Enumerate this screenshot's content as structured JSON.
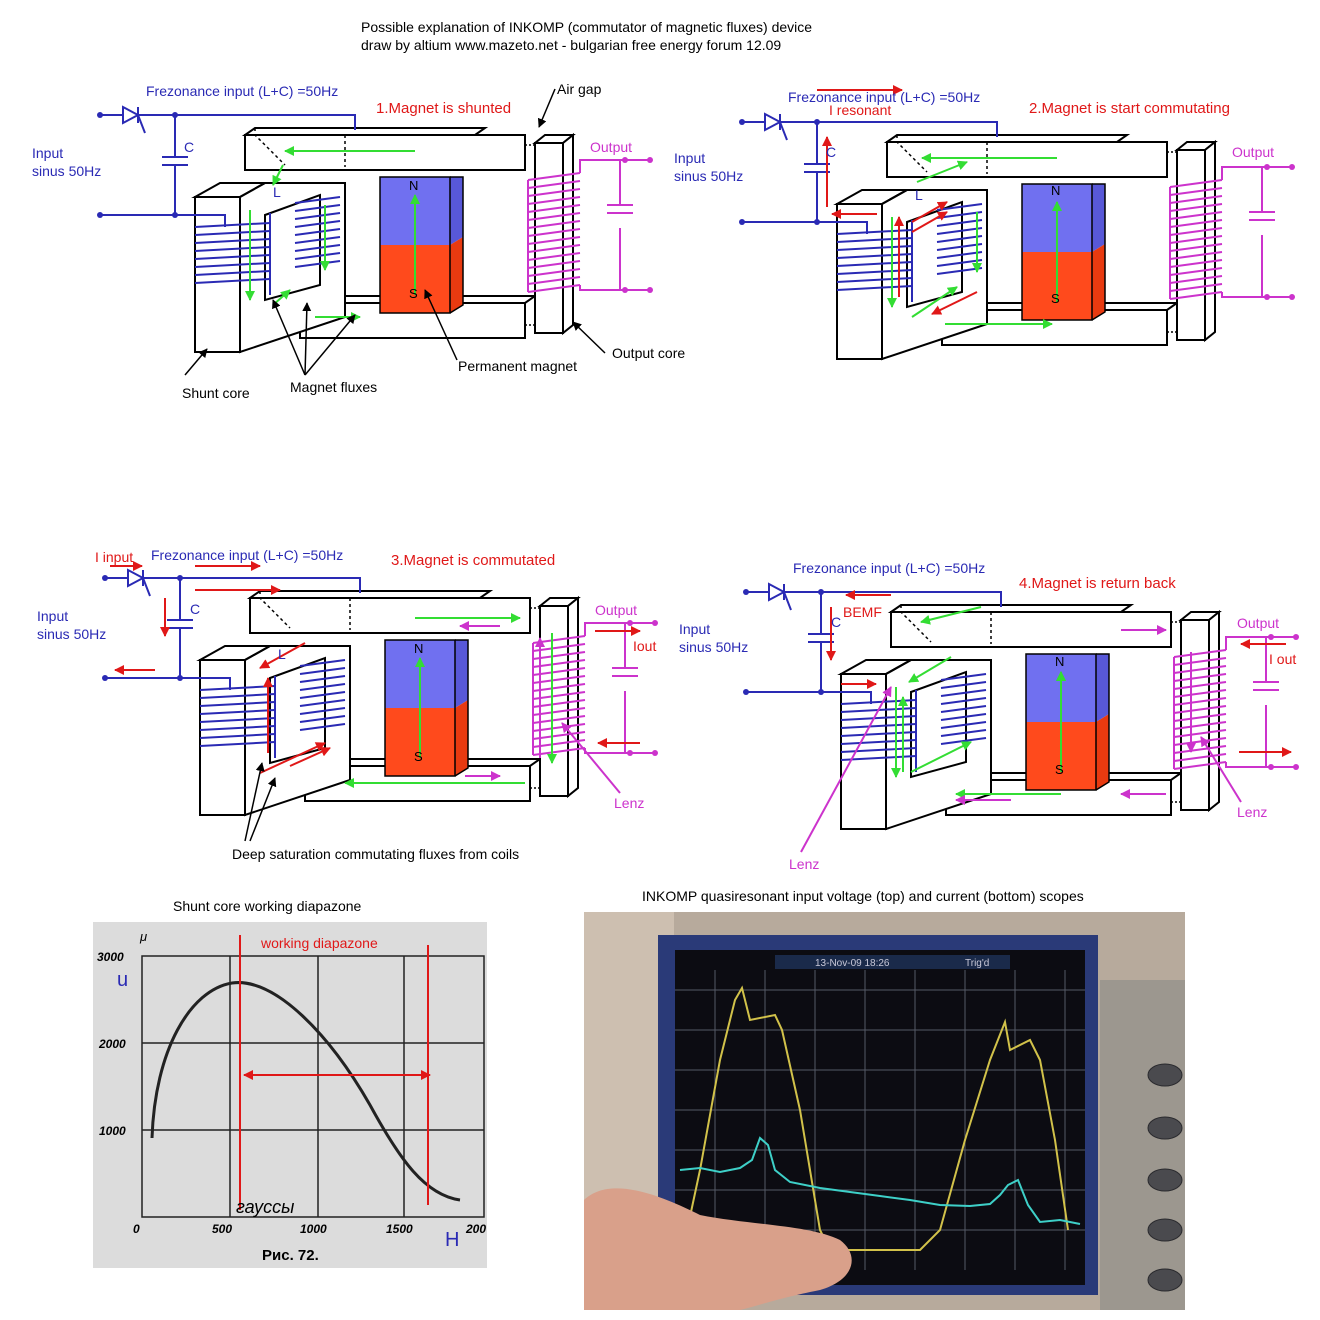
{
  "title_line1": "Possible explanation of INKOMP (commutator of magnetic fluxes) device",
  "title_line2": "draw by altium  www.mazeto.net - bulgarian free energy forum 12.09",
  "common": {
    "frezonance": "Frezonance input (L+C) =50Hz",
    "input1": "Input",
    "input2": "sinus 50Hz",
    "output": "Output",
    "c_label": "C",
    "l_label": "L",
    "n_label": "N",
    "s_label": "S"
  },
  "panel1": {
    "state": "1.Magnet is shunted",
    "air_gap": "Air gap",
    "shunt_core": "Shunt core",
    "magnet_fluxes": "Magnet fluxes",
    "permanent_magnet": "Permanent magnet",
    "output_core": "Output core"
  },
  "panel2": {
    "state": "2.Magnet is start commutating",
    "i_resonant": "I resonant"
  },
  "panel3": {
    "state": "3.Magnet is commutated",
    "i_input": "I input",
    "iout": "Iout",
    "lenz": "Lenz",
    "deep_saturation": "Deep saturation commutating fluxes from coils"
  },
  "panel4": {
    "state": "4.Magnet is return back",
    "bemf": "BEMF",
    "i_out": "I out",
    "lenz": "Lenz"
  },
  "graph": {
    "caption": "Shunt core working diapazone",
    "working": "working diapazone",
    "mu": "μ",
    "u": "u",
    "h": "H",
    "gauss": "гауссы",
    "fig": "Рис. 72.",
    "yticks": [
      "3000",
      "2000",
      "1000"
    ],
    "xticks": [
      "0",
      "500",
      "1000",
      "1500",
      "200"
    ]
  },
  "scope": {
    "caption": "INKOMP quasiresonant input voltage (top) and current (bottom) scopes",
    "header_date": "13-Nov-09  18:26",
    "header_trig": "Trig'd"
  },
  "colors": {
    "blue": "#2a2ab4",
    "red": "#e01818",
    "magenta": "#cc33cc",
    "green": "#33dd33",
    "magnet_n": "#7070f0",
    "magnet_s": "#ff4a1c"
  }
}
